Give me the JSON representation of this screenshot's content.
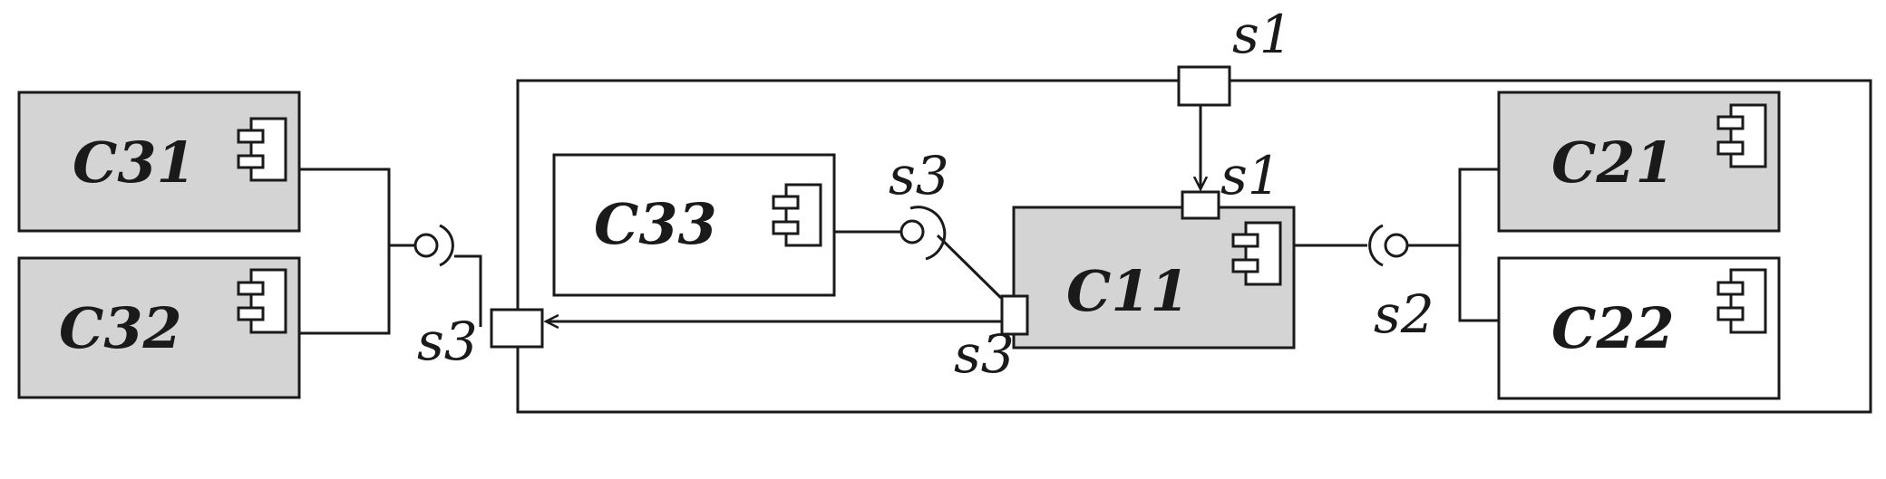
{
  "colors": {
    "line": "#1a1a1a",
    "shaded_fill": "#d4d4d4",
    "white_fill": "#ffffff",
    "background": "#ffffff"
  },
  "components": {
    "c31": {
      "label": "C31",
      "shaded": true
    },
    "c32": {
      "label": "C32",
      "shaded": true
    },
    "c33": {
      "label": "C33",
      "shaded": false
    },
    "c11": {
      "label": "C11",
      "shaded": true
    },
    "c21": {
      "label": "C21",
      "shaded": true
    },
    "c22": {
      "label": "C22",
      "shaded": false
    }
  },
  "ports": {
    "s1_outer": "s1",
    "s1_inner": "s1",
    "s3_c33": "s3",
    "s3_outer": "s3",
    "s3_c11": "s3",
    "s2": "s2"
  },
  "icons": {
    "component": "uml-component-icon",
    "provided_interface": "lollipop-icon",
    "required_interface": "socket-icon"
  }
}
